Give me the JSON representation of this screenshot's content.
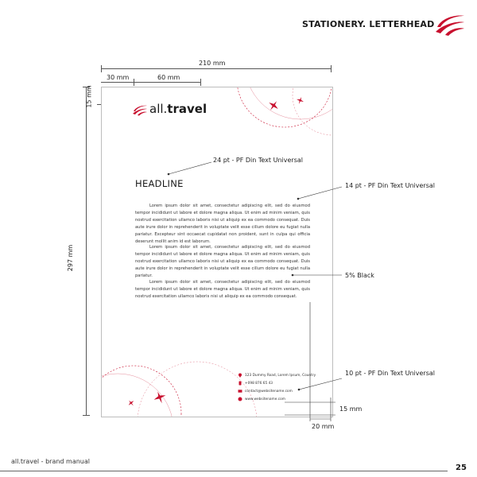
{
  "header": {
    "title": "STATIONERY. LETTERHEAD"
  },
  "dimensions": {
    "width_total": "210 mm",
    "left_margin": "30 mm",
    "logo_width": "60 mm",
    "top_margin": "15 mm",
    "height_total": "297 mm",
    "bottom_margin": "15 mm",
    "right_margin": "20 mm"
  },
  "letterhead": {
    "logo_light": "all.",
    "logo_bold": "travel",
    "headline": "HEADLINE",
    "paragraphs": [
      "Lorem ipsum dolor sit amet, consectetur adipiscing elit, sed do eiusmod tempor incididunt ut labore et dolore magna aliqua. Ut enim ad minim veniam, quis nostrud exercitation ullamco laboris nisi ut aliquip ex ea commodo consequat. Duis aute irure dolor in reprehenderit in voluptate velit esse cillum dolore eu fugiat nulla pariatur. Excepteur sint occaecat cupidatat non proident, sunt in culpa qui officia deserunt mollit anim id est laborum.",
      "Lorem ipsum dolor sit amet, consectetur adipiscing elit, sed do eiusmod tempor incididunt ut labore et dolore magna aliqua. Ut enim ad minim veniam, quis nostrud exercitation ullamco laboris nisi ut aliquip ex ea commodo consequat. Duis aute irure dolor in reprehenderit in voluptate velit esse cillum dolore eu fugiat nulla pariatur.",
      "Lorem ipsum dolor sit amet, consectetur adipiscing elit, sed do eiusmod tempor incididunt ut labore et dolore magna aliqua. Ut enim ad minim veniam, quis nostrud exercitation ullamco laboris nisi ut aliquip ex ea commodo consequat."
    ],
    "contacts": {
      "address": "123 Dummy Road, Lorem Ipsum, Country",
      "phone": "+098 876 65 43",
      "email": "contact@websitename.com",
      "website": "www.websitename.com"
    }
  },
  "annotations": {
    "headline_spec": "24 pt - PF Din Text Universal",
    "body_spec": "14 pt - PF Din Text Universal",
    "background_spec": "5% Black",
    "contact_spec": "10 pt - PF Din Text Universal"
  },
  "footer": {
    "brand": "all.travel - brand manual",
    "page_number": "25"
  },
  "colors": {
    "accent": "#c8102e",
    "text": "#1a1a1a"
  },
  "icons": [
    "brand-swoosh-icon",
    "airplane-icon",
    "location-icon",
    "phone-icon",
    "email-icon",
    "globe-icon"
  ]
}
